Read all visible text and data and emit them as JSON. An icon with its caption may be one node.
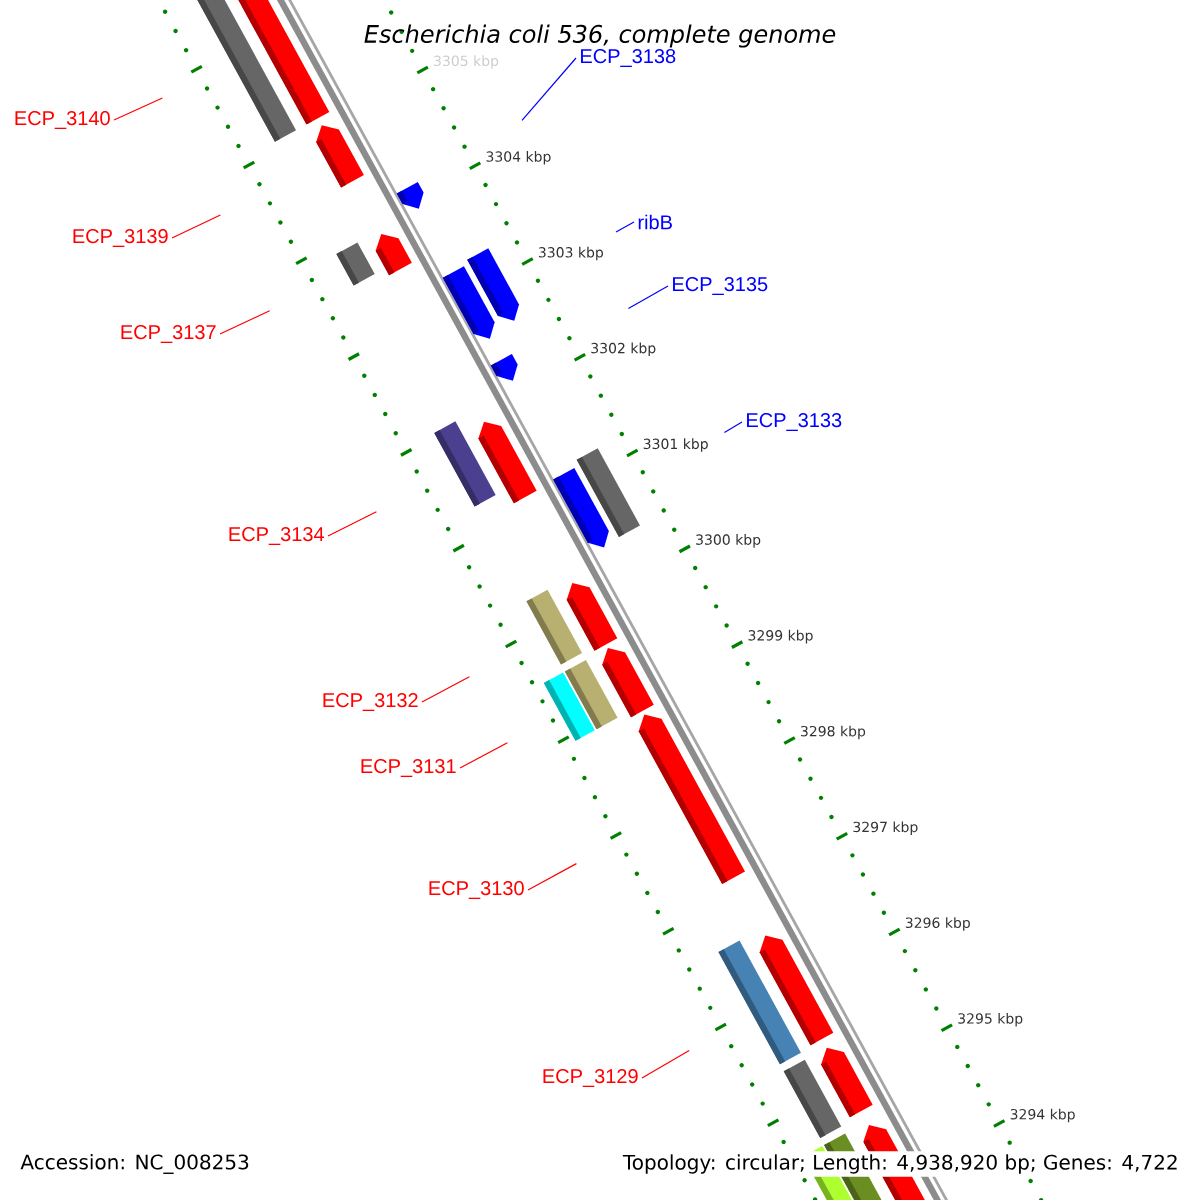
{
  "diagram": {
    "title": "Escherichia coli 536, complete genome",
    "nodes": [
      {
        "text": [
          "ECP_3138"
        ]
      },
      {
        "text": [
          "ECP_3140"
        ]
      },
      {
        "text": [
          "ribB"
        ]
      },
      {
        "text": [
          "ECP_3139"
        ]
      },
      {
        "text": [
          "ECP_3135"
        ]
      },
      {
        "text": [
          "ECP_3137"
        ]
      },
      {
        "text": [
          "ECP_3133"
        ]
      },
      {
        "text": [
          "ECP_3134"
        ]
      },
      {
        "text": [
          "ECP_3132"
        ]
      },
      {
        "text": [
          "ECP_3131"
        ]
      },
      {
        "text": [
          "ECP_3130"
        ]
      },
      {
        "text": [
          "ECP_3129"
        ]
      }
    ],
    "edges": [
      {
        "from": 0,
        "to": null,
        "arrow": "none",
        "color": "#0000ff"
      },
      {
        "from": 1,
        "to": null,
        "arrow": "none"
      },
      {
        "from": 2,
        "to": null,
        "arrow": "none",
        "color": "#0000ff"
      },
      {
        "from": 3,
        "to": null,
        "arrow": "none"
      },
      {
        "from": 4,
        "to": null,
        "arrow": "none",
        "color": "#0000ff"
      },
      {
        "from": 5,
        "to": null,
        "arrow": "none"
      },
      {
        "from": 6,
        "to": null,
        "arrow": "none",
        "color": "#0000ff"
      },
      {
        "from": 7,
        "to": null,
        "arrow": "none"
      },
      {
        "from": 8,
        "to": null,
        "arrow": "none"
      },
      {
        "from": 9,
        "to": null,
        "arrow": "none"
      },
      {
        "from": 10,
        "to": null,
        "arrow": "none"
      },
      {
        "from": 11,
        "to": null,
        "arrow": "none"
      }
    ],
    "labels": [
      "3305 kbp",
      "3304 kbp",
      "3303 kbp",
      "3302 kbp",
      "3301 kbp",
      "3300 kbp",
      "3299 kbp",
      "3298 kbp",
      "3297 kbp",
      "3296 kbp",
      "3295 kbp",
      "3294 kbp",
      "Accession: NC_008253",
      "Topology: circular; Length: 4,938,920 bp; Genes: 4,722"
    ]
  }
}
